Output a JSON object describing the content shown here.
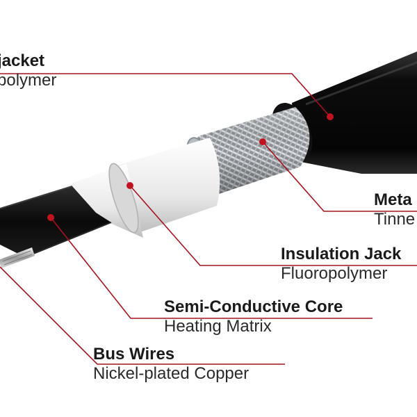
{
  "colors": {
    "leader": "#a3121e",
    "outer_jacket": "#0d0d0d",
    "braid": "#a9aeb4",
    "insulation_jacket": "#e6e6e6",
    "core": "#111111",
    "bus_wire": "#c9c9c9"
  },
  "labels": {
    "outer_jacket": {
      "title": "jacket",
      "subtitle": "polymer"
    },
    "metal_braid": {
      "title": "Meta",
      "subtitle": "Tinne"
    },
    "insulation_jacket": {
      "title": "Insulation Jack",
      "subtitle": "Fluoropolymer"
    },
    "semi_conductive_core": {
      "title": "Semi-Conductive Core",
      "subtitle": "Heating Matrix"
    },
    "bus_wires": {
      "title": "Bus Wires",
      "subtitle": "Nickel-plated Copper"
    }
  }
}
